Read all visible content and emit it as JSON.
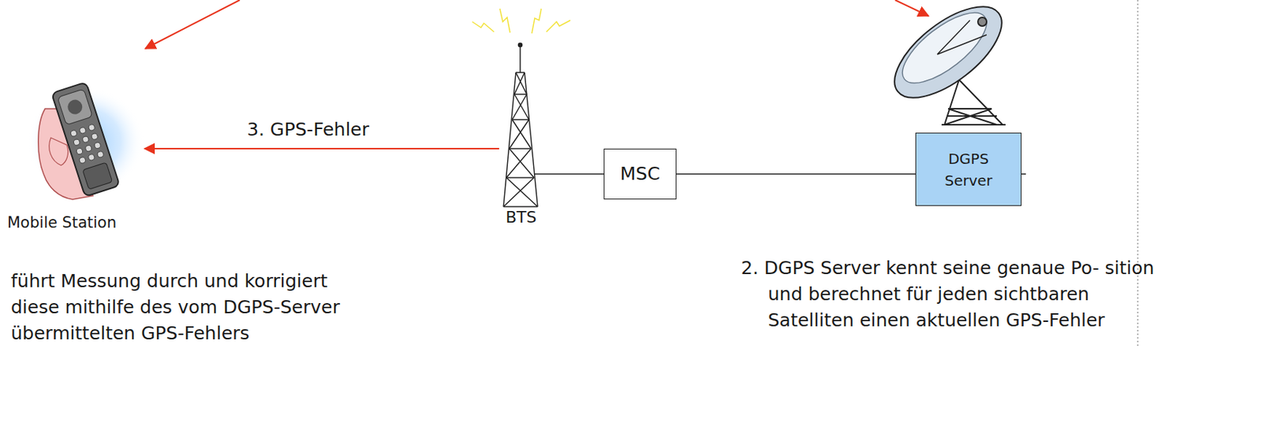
{
  "diagram": {
    "nodes": [
      {
        "text": [
          "MSC"
        ]
      },
      {
        "text": [
          "DGPS Server"
        ]
      }
    ],
    "edges": [
      {
        "from": 0,
        "to": 1,
        "arrow": "none"
      }
    ],
    "labels": [
      "3. GPS-Fehler",
      "Mobile Station",
      "BTS",
      "2. DGPS Server kennt seine genaue Po- sition und berechnet für jeden sichtbaren Satelliten einen aktuellen GPS-Fehler",
      "führt Messung durch und korrigiert diese mithilfe des vom DGPS-Server übermittelten GPS-Fehlers"
    ]
  }
}
